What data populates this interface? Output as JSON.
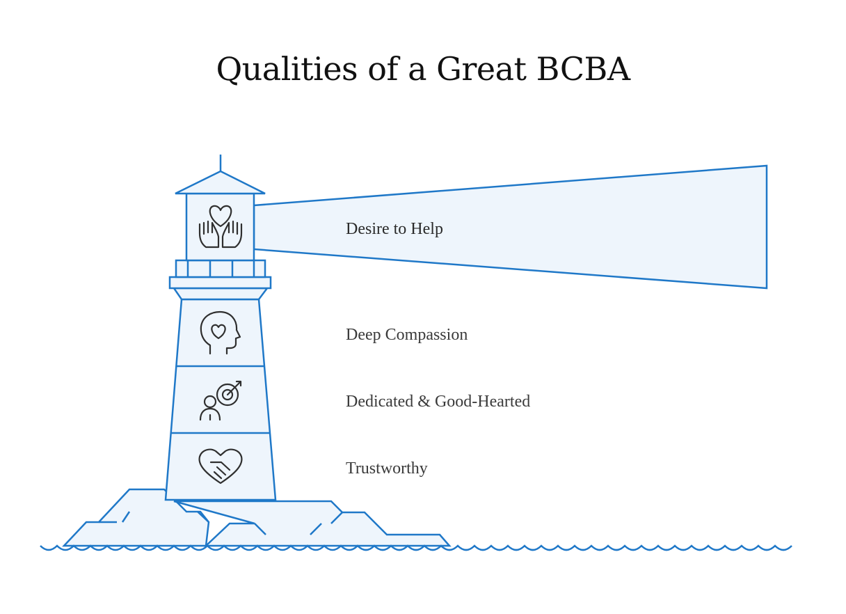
{
  "title": "Qualities of a Great BCBA",
  "qualities": [
    {
      "label": "Desire to Help",
      "icon": "heart-hands-icon"
    },
    {
      "label": "Deep Compassion",
      "icon": "head-heart-icon"
    },
    {
      "label": "Dedicated & Good-Hearted",
      "icon": "person-target-icon"
    },
    {
      "label": "Trustworthy",
      "icon": "handshake-heart-icon"
    }
  ],
  "colors": {
    "stroke": "#1f78c8",
    "fill": "#eef5fc",
    "icon": "#2f2f2f",
    "text": "#3a3a3a"
  }
}
